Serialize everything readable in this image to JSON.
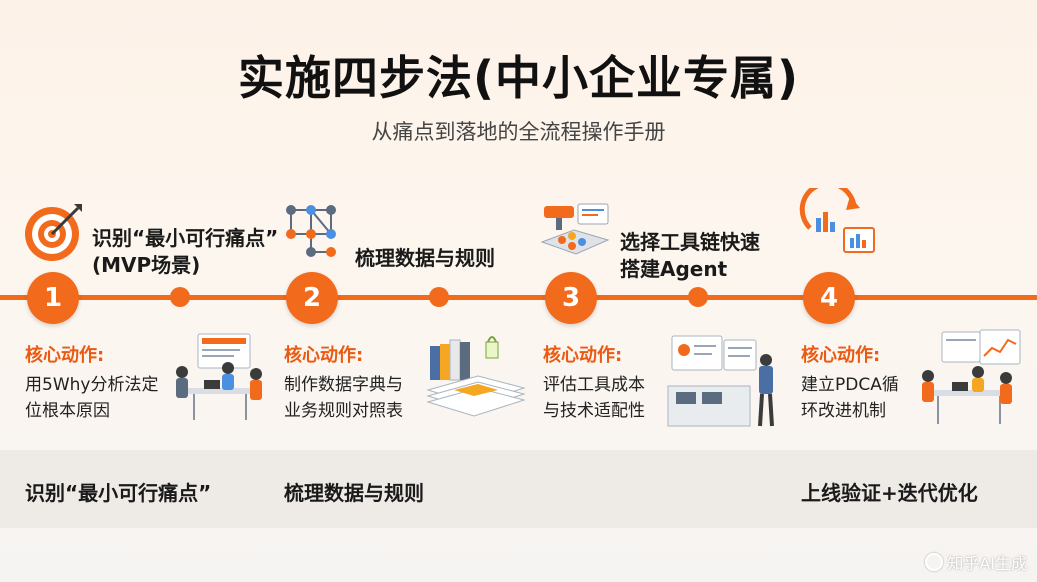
{
  "title": "实施四步法(中小企业专属)",
  "subtitle": "从痛点到落地的全流程操作手册",
  "colors": {
    "accent": "#f26a1b",
    "core_label": "#ea5a12"
  },
  "steps": [
    {
      "number": "1",
      "title_line1": "识别“最小可行痛点”",
      "title_line2": "(MVP场景)",
      "icon": "target-icon",
      "core_label": "核心动作:",
      "core_line1": "用5Why分析法定",
      "core_line2": "位根本原因",
      "illustration": "meeting-illustration",
      "bottom": "识别“最小可行痛点”"
    },
    {
      "number": "2",
      "title_line1": "梳理数据与规则",
      "title_line2": "",
      "icon": "network-icon",
      "core_label": "核心动作:",
      "core_line1": "制作数据字典与",
      "core_line2": "业务规则对照表",
      "illustration": "documents-illustration",
      "bottom": "梳理数据与规则"
    },
    {
      "number": "3",
      "title_line1": "选择工具链快速",
      "title_line2": "搭建Agent",
      "icon": "toolchain-icon",
      "core_label": "核心动作:",
      "core_line1": "评估工具成本",
      "core_line2": "与技术适配性",
      "illustration": "presenter-illustration",
      "bottom": ""
    },
    {
      "number": "4",
      "title_line1": "",
      "title_line2": "",
      "icon": "cycle-chart-icon",
      "core_label": "核心动作:",
      "core_line1": "建立PDCA循",
      "core_line2": "环改进机制",
      "illustration": "team-illustration",
      "bottom": "上线验证+迭代优化"
    }
  ],
  "watermark": "知乎AI生成"
}
